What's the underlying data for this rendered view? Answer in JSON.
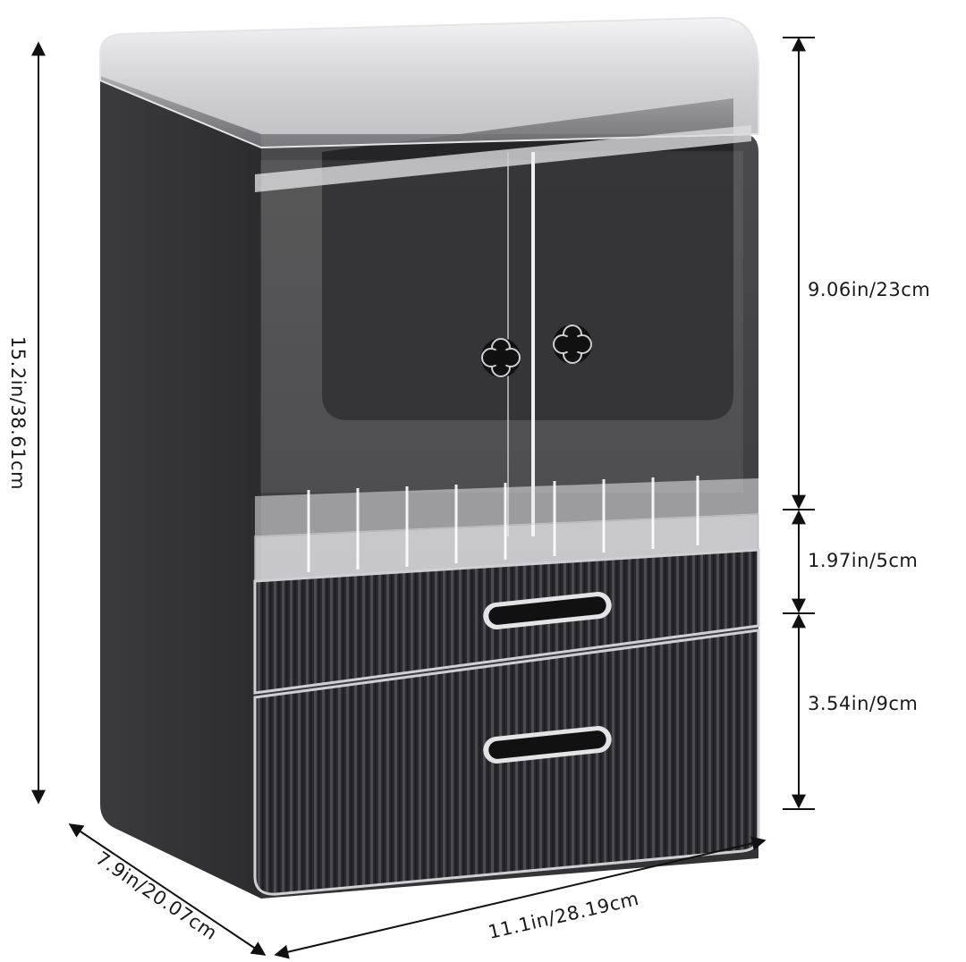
{
  "product": {
    "name": "",
    "colors": {
      "body": "#3a3a3c",
      "body_dark": "#242426",
      "acrylic": "#d8d8dc",
      "handle_trim": "#c9c9cc",
      "dimension_line": "#111111"
    }
  },
  "dimensions": {
    "total_height": "15.2in/38.61cm",
    "cabinet_height": "9.06in/23cm",
    "top_drawer_height": "1.97in/5cm",
    "bottom_drawer_height": "3.54in/9cm",
    "width": "11.1in/28.19cm",
    "depth": "7.9in/20.07cm"
  }
}
